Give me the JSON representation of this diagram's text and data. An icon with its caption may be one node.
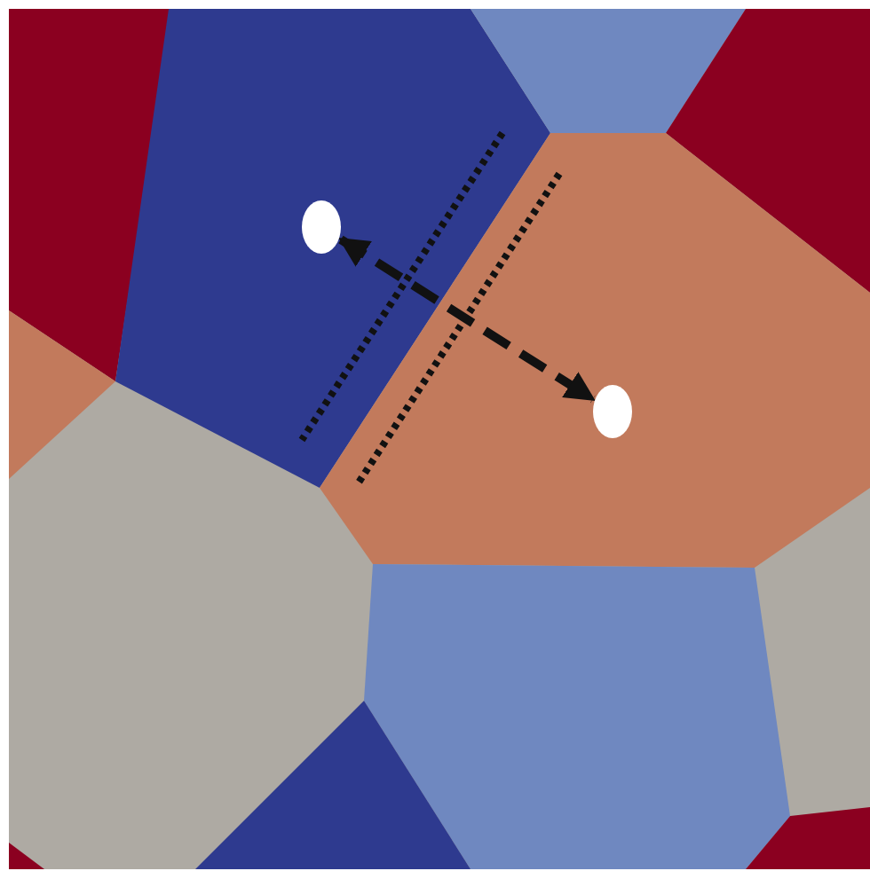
{
  "diagram": {
    "nodes": [
      {
        "text": [],
        "shape": "circle"
      },
      {
        "text": [],
        "shape": "circle"
      }
    ],
    "edges": [
      {
        "from": 0,
        "to": 1,
        "arrow": "both",
        "style": "dashed"
      }
    ]
  }
}
